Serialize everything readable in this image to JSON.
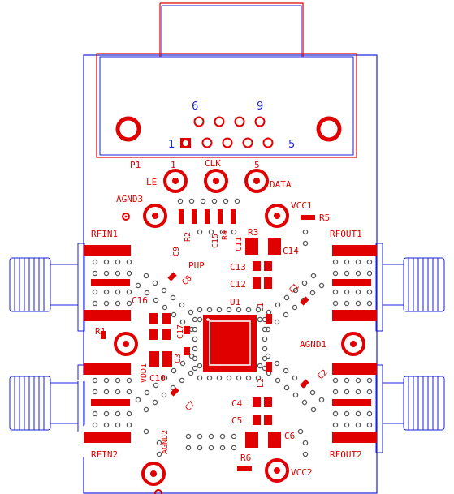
{
  "board": {
    "connector": {
      "ref": "P1",
      "pin_labels": {
        "pin1": "1",
        "pin5": "5",
        "pin6": "6",
        "pin9": "9"
      },
      "pin_number_mark": "1"
    },
    "test_points": {
      "le": "LE",
      "clk": "CLK",
      "data": "DATA",
      "agnd3": "AGND3",
      "vcc1": "VCC1",
      "agnd1": "AGND1",
      "vdd1": "VDD1",
      "agnd2": "AGND2",
      "vcc2": "VCC2",
      "pup": "PUP",
      "num5": "5"
    },
    "rf_ports": {
      "rfin1": "RFIN1",
      "rfout1": "RFOUT1",
      "rfin2": "RFIN2",
      "rfout2": "RFOUT2"
    },
    "components": {
      "r1": "R1",
      "r2": "R2",
      "r3": "R3",
      "r4": "R4",
      "r5": "R5",
      "r6": "R6",
      "c1": "C1",
      "c2": "C2",
      "c3": "C3",
      "c4": "C4",
      "c5": "C5",
      "c6": "C6",
      "c7": "C7",
      "c8": "C8",
      "c9": "C9",
      "c10": "C10",
      "c11": "C11",
      "c12": "C12",
      "c13": "C13",
      "c14": "C14",
      "c15": "C15",
      "c16": "C16",
      "c17": "C17",
      "l1": "L1",
      "l2": "L2",
      "u1": "U1"
    },
    "colors": {
      "copper": "#e00000",
      "outline": "#1a22d8",
      "background": "#ffffff",
      "drill": "#ffffff"
    }
  }
}
